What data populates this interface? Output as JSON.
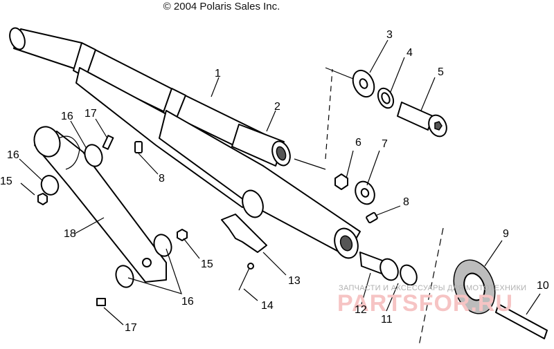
{
  "copyright": "© 2004 Polaris Sales Inc.",
  "watermark": {
    "line1": "ЗАПЧАСТИ И АКСЕССУАРЫ ДЛЯ МОТОТЕХНИКИ",
    "line2": "PARTSFOR.RU"
  },
  "callouts": [
    "1",
    "2",
    "3",
    "4",
    "5",
    "6",
    "7",
    "8",
    "8",
    "9",
    "10",
    "11",
    "12",
    "13",
    "14",
    "15",
    "15",
    "16",
    "16",
    "16",
    "17",
    "17",
    "18"
  ]
}
